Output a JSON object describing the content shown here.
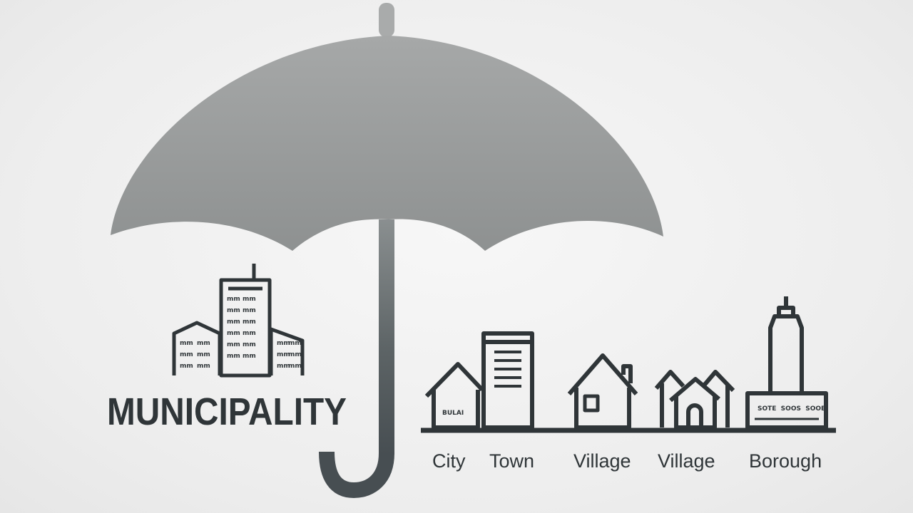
{
  "diagram": {
    "title": "MUNICIPALITY",
    "categories": [
      {
        "id": "city",
        "label": "City"
      },
      {
        "id": "town",
        "label": "Town"
      },
      {
        "id": "village-1",
        "label": "Village"
      },
      {
        "id": "village-2",
        "label": "Village"
      },
      {
        "id": "borough",
        "label": "Borough"
      }
    ],
    "building_texts": {
      "city_sign": "BULAI",
      "borough_row": "SOTE  SOOS  SOOE"
    },
    "colors": {
      "umbrella_top": "#a3a5a5",
      "umbrella_bottom": "#8c8f8f",
      "handle": "#4c5458",
      "outline": "#2f3538",
      "text": "#2f3538"
    },
    "icons": [
      "umbrella-icon",
      "city-skyline-icon",
      "house-icon",
      "office-building-icon",
      "cottage-icon",
      "twin-houses-icon",
      "tower-building-icon"
    ]
  }
}
